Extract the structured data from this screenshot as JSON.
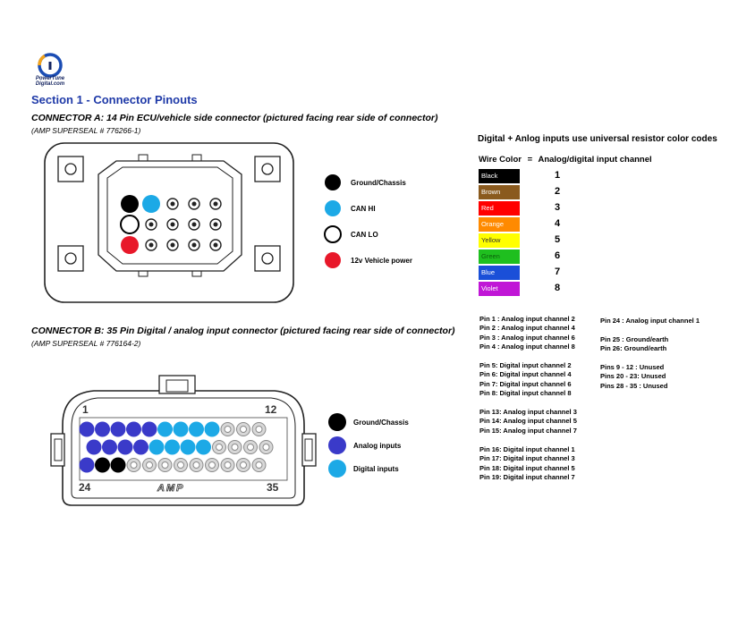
{
  "logo": {
    "line1": "PowerTune",
    "line2": "Digital.com",
    "colors": {
      "blue": "#1b4db4",
      "orange": "#f2a31b",
      "dark": "#13235f"
    }
  },
  "section_title": "Section 1 - Connector Pinouts",
  "connector_a": {
    "title": "CONNECTOR A: 14 Pin ECU/vehicle side connector (pictured facing rear side of connector)",
    "subtitle": "(AMP SUPERSEAL # 776266-1)",
    "rows": [
      [
        "black",
        "cyan",
        "pin",
        "pin",
        "pin"
      ],
      [
        "open",
        "pin",
        "pin",
        "pin",
        "pin"
      ],
      [
        "red",
        "pin",
        "pin",
        "pin",
        "pin"
      ]
    ],
    "legend": [
      {
        "kind": "black",
        "label": "Ground/Chassis"
      },
      {
        "kind": "cyan",
        "label": "CAN HI"
      },
      {
        "kind": "open",
        "label": "CAN LO"
      },
      {
        "kind": "red",
        "label": "12v Vehicle power"
      }
    ]
  },
  "connector_b": {
    "title": "CONNECTOR B: 35 Pin Digital / analog input connector  (pictured facing rear side of connector)",
    "subtitle": "(AMP SUPERSEAL # 776164-2)",
    "label_1": "1",
    "label_12": "12",
    "label_24": "24",
    "label_35": "35",
    "brand": "AMP",
    "rows": [
      [
        "blue",
        "blue",
        "blue",
        "blue",
        "blue",
        "cyan",
        "cyan",
        "cyan",
        "cyan",
        "pin",
        "pin",
        "pin"
      ],
      [
        "blue",
        "blue",
        "blue",
        "blue",
        "cyan",
        "cyan",
        "cyan",
        "cyan",
        "pin",
        "pin",
        "pin",
        "pin"
      ],
      [
        "blue",
        "black",
        "black",
        "pin",
        "pin",
        "pin",
        "pin",
        "pin",
        "pin",
        "pin",
        "pin",
        "pin"
      ]
    ],
    "legend": [
      {
        "kind": "black",
        "label": "Ground/Chassis"
      },
      {
        "kind": "blue",
        "label": "Analog inputs"
      },
      {
        "kind": "cyan",
        "label": "Digital inputs"
      }
    ]
  },
  "color_codes": {
    "title": "Digital + Anlog inputs use universal resistor color codes",
    "header_left": "Wire Color",
    "header_eq": "=",
    "header_right": "Analog/digital input channel",
    "entries": [
      {
        "color": "Black",
        "channel": "1",
        "bg": "#000000",
        "fg": "#ffffff"
      },
      {
        "color": "Brown",
        "channel": "2",
        "bg": "#8a5a1e",
        "fg": "#ffffff"
      },
      {
        "color": "Red",
        "channel": "3",
        "bg": "#ff0000",
        "fg": "#ffffff"
      },
      {
        "color": "Orange",
        "channel": "4",
        "bg": "#ff8a00",
        "fg": "#ffffff"
      },
      {
        "color": "Yellow",
        "channel": "5",
        "bg": "#ffff00",
        "fg": "#333333"
      },
      {
        "color": "Green",
        "channel": "6",
        "bg": "#1fbf1f",
        "fg": "#0b5f0b"
      },
      {
        "color": "Blue",
        "channel": "7",
        "bg": "#1a4fd8",
        "fg": "#ffffff"
      },
      {
        "color": "Violet",
        "channel": "8",
        "bg": "#c016d6",
        "fg": "#ffffff"
      }
    ]
  },
  "pin_assignments_left": [
    [
      "Pin 1 : Analog input channel 2",
      "Pin 2 : Analog input channel 4",
      "Pin 3 : Analog input channel 6",
      "Pin 4 : Analog input channel 8"
    ],
    [
      "Pin 5: Digital input channel 2",
      "Pin 6: Digital input channel 4",
      "Pin 7: Digital input channel 6",
      "Pin 8: Digital input channel 8"
    ],
    [
      "Pin 13: Analog input channel 3",
      "Pin 14: Analog input channel 5",
      "Pin 15: Analog input channel 7"
    ],
    [
      "Pin 16: Digital input channel 1",
      "Pin 17: Digital input channel 3",
      "Pin 18: Digital input channel 5",
      "Pin 19: Digital input channel 7"
    ]
  ],
  "pin_assignments_right": [
    [
      "Pin 24 : Analog input channel 1"
    ],
    [
      "Pin 25 : Ground/earth",
      "Pin 26: Ground/earth"
    ],
    [
      "Pins 9 - 12 : Unused",
      "Pins 20 - 23: Unused",
      "Pins 28 - 35 : Unused"
    ]
  ],
  "pin_colors": {
    "black": "#000000",
    "cyan": "#1ca9e6",
    "blue": "#3a3ac9",
    "red": "#e8182a",
    "pin_fill": "#d8d8d8",
    "pin_ring": "#8a8a8a"
  }
}
